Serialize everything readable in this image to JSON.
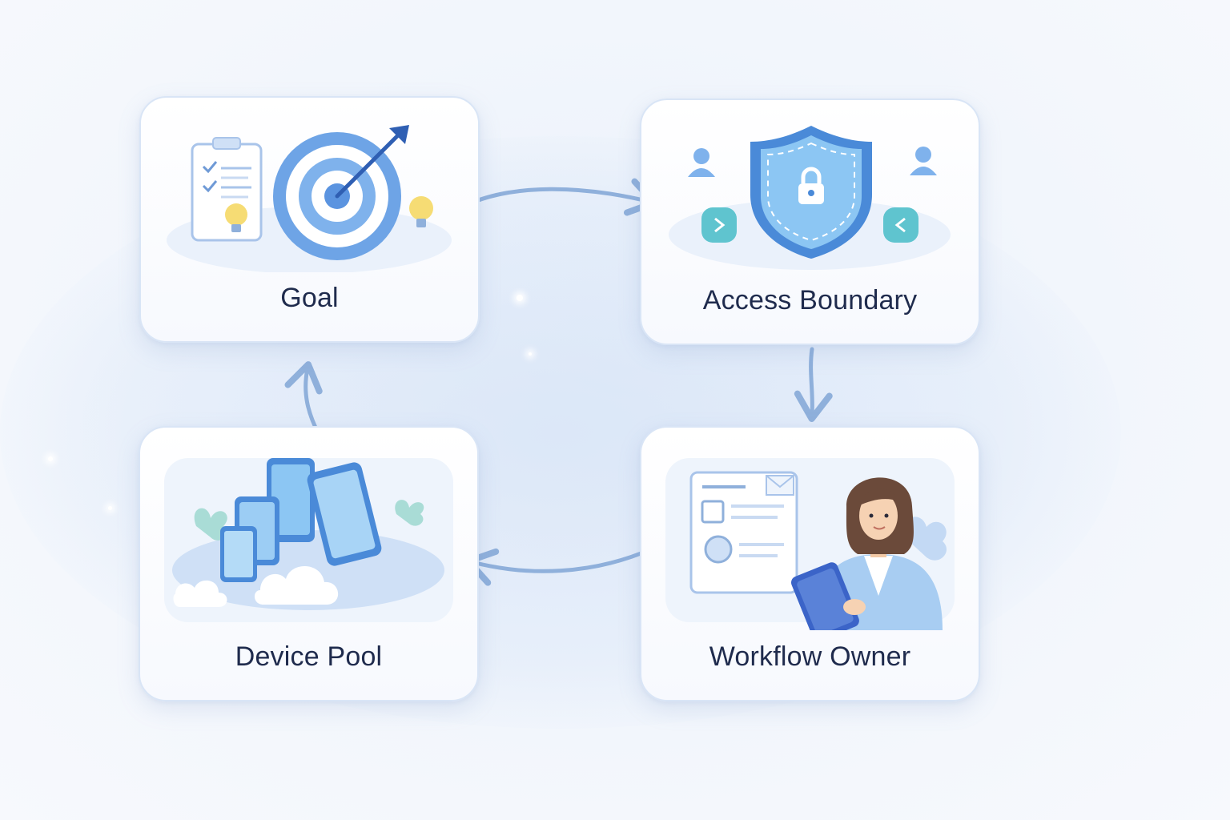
{
  "diagram": {
    "nodes": [
      {
        "id": "goal",
        "label": "Goal"
      },
      {
        "id": "access",
        "label": "Access Boundary"
      },
      {
        "id": "owner",
        "label": "Workflow Owner"
      },
      {
        "id": "device",
        "label": "Device Pool"
      }
    ],
    "edges": [
      {
        "from": "goal",
        "to": "access"
      },
      {
        "from": "access",
        "to": "owner"
      },
      {
        "from": "owner",
        "to": "device"
      },
      {
        "from": "device",
        "to": "goal"
      }
    ]
  },
  "colors": {
    "accent": "#4a8ad8",
    "arrow": "#8fb0db",
    "label": "#1f2b4d",
    "card_border": "#d9e5f6"
  },
  "icons": {
    "goal": [
      "clipboard-icon",
      "target-icon",
      "lightbulb-icon"
    ],
    "access": [
      "shield-lock-icon",
      "user-icon"
    ],
    "device": [
      "devices-icon",
      "cloud-icon"
    ],
    "owner": [
      "person-with-tablet-icon",
      "document-icon"
    ]
  }
}
